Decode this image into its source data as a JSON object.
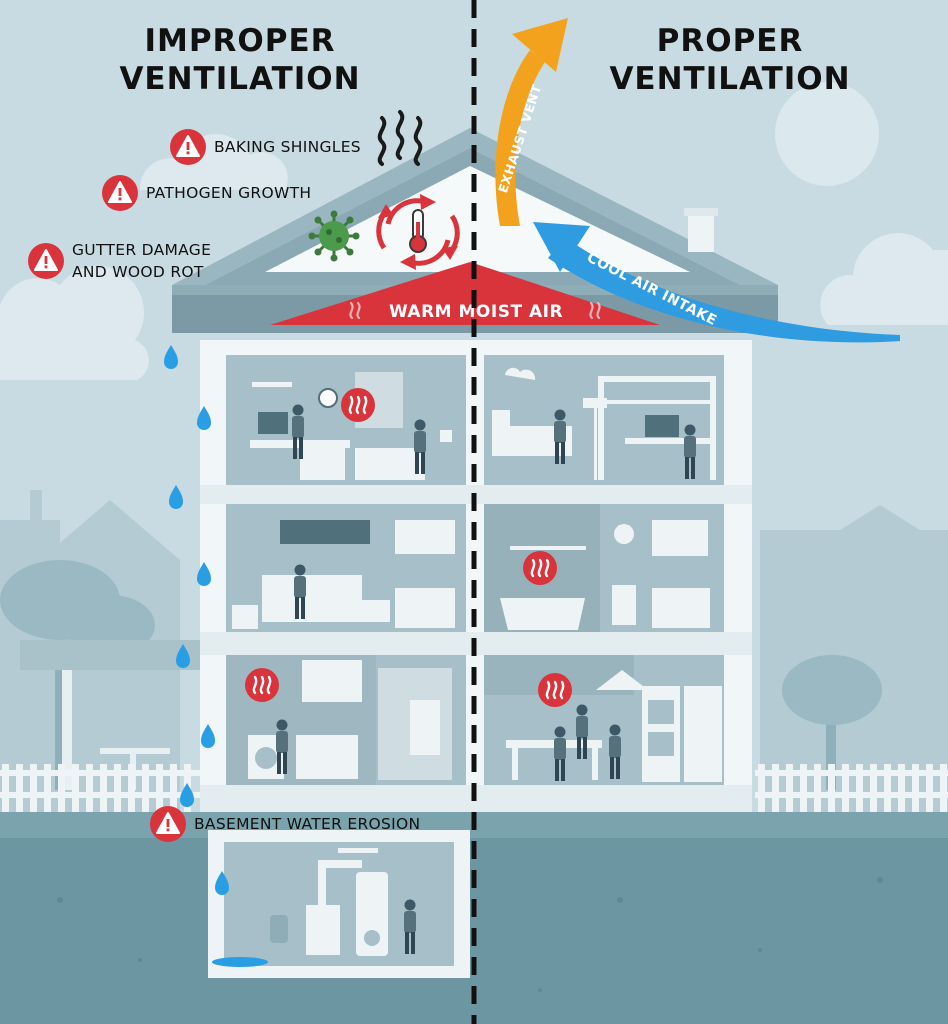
{
  "headings": {
    "left": [
      "IMPROPER",
      "VENTILATION"
    ],
    "right": [
      "PROPER",
      "VENTILATION"
    ]
  },
  "warnings": {
    "baking_shingles": "BAKING SHINGLES",
    "pathogen_growth": "PATHOGEN GROWTH",
    "gutter_damage": [
      "GUTTER DAMAGE",
      "AND WOOD ROT"
    ],
    "basement": "BASEMENT WATER EROSION"
  },
  "arrows": {
    "exhaust": "EXHAUST VENT",
    "intake": "COOL AIR INTAKE"
  },
  "attic_label": "WARM MOIST AIR",
  "colors": {
    "warning_red": "#d9333c",
    "exhaust_orange": "#f3a21d",
    "intake_blue": "#2f9be0",
    "water_drop": "#2a9ee3",
    "background": "#c9dbe2",
    "ground": "#6c97a2"
  },
  "icons": [
    "warning-icon",
    "steam-icon",
    "heat-icon",
    "thermometer-icon",
    "virus-icon",
    "water-drop-icon"
  ]
}
